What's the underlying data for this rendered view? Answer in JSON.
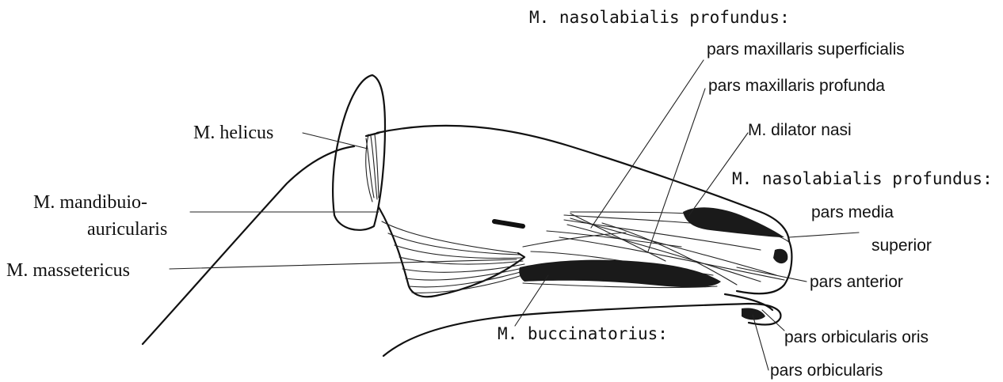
{
  "labels": {
    "helicus": "M. helicus",
    "mandibulo_1": "M. mandibuio-",
    "mandibulo_2": "auricularis",
    "massetericus": "M. massetericus",
    "buccinatorius": "M.  buccinatorius:",
    "nasolabialis_top": "M.  nasolabialis profundus:",
    "pars_max_superficialis": "pars maxillaris superficialis",
    "pars_max_profunda": "pars maxillaris profunda",
    "dilator_nasi": "M. dilator nasi",
    "nasolabialis_mid": "M. nasolabialis profundus:",
    "pars_media": "pars media",
    "superior": "superior",
    "pars_anterior": "pars anterior",
    "pars_orbicularis_oris": "pars orbicularis oris",
    "pars_orbicularis": "pars orbicularis"
  }
}
